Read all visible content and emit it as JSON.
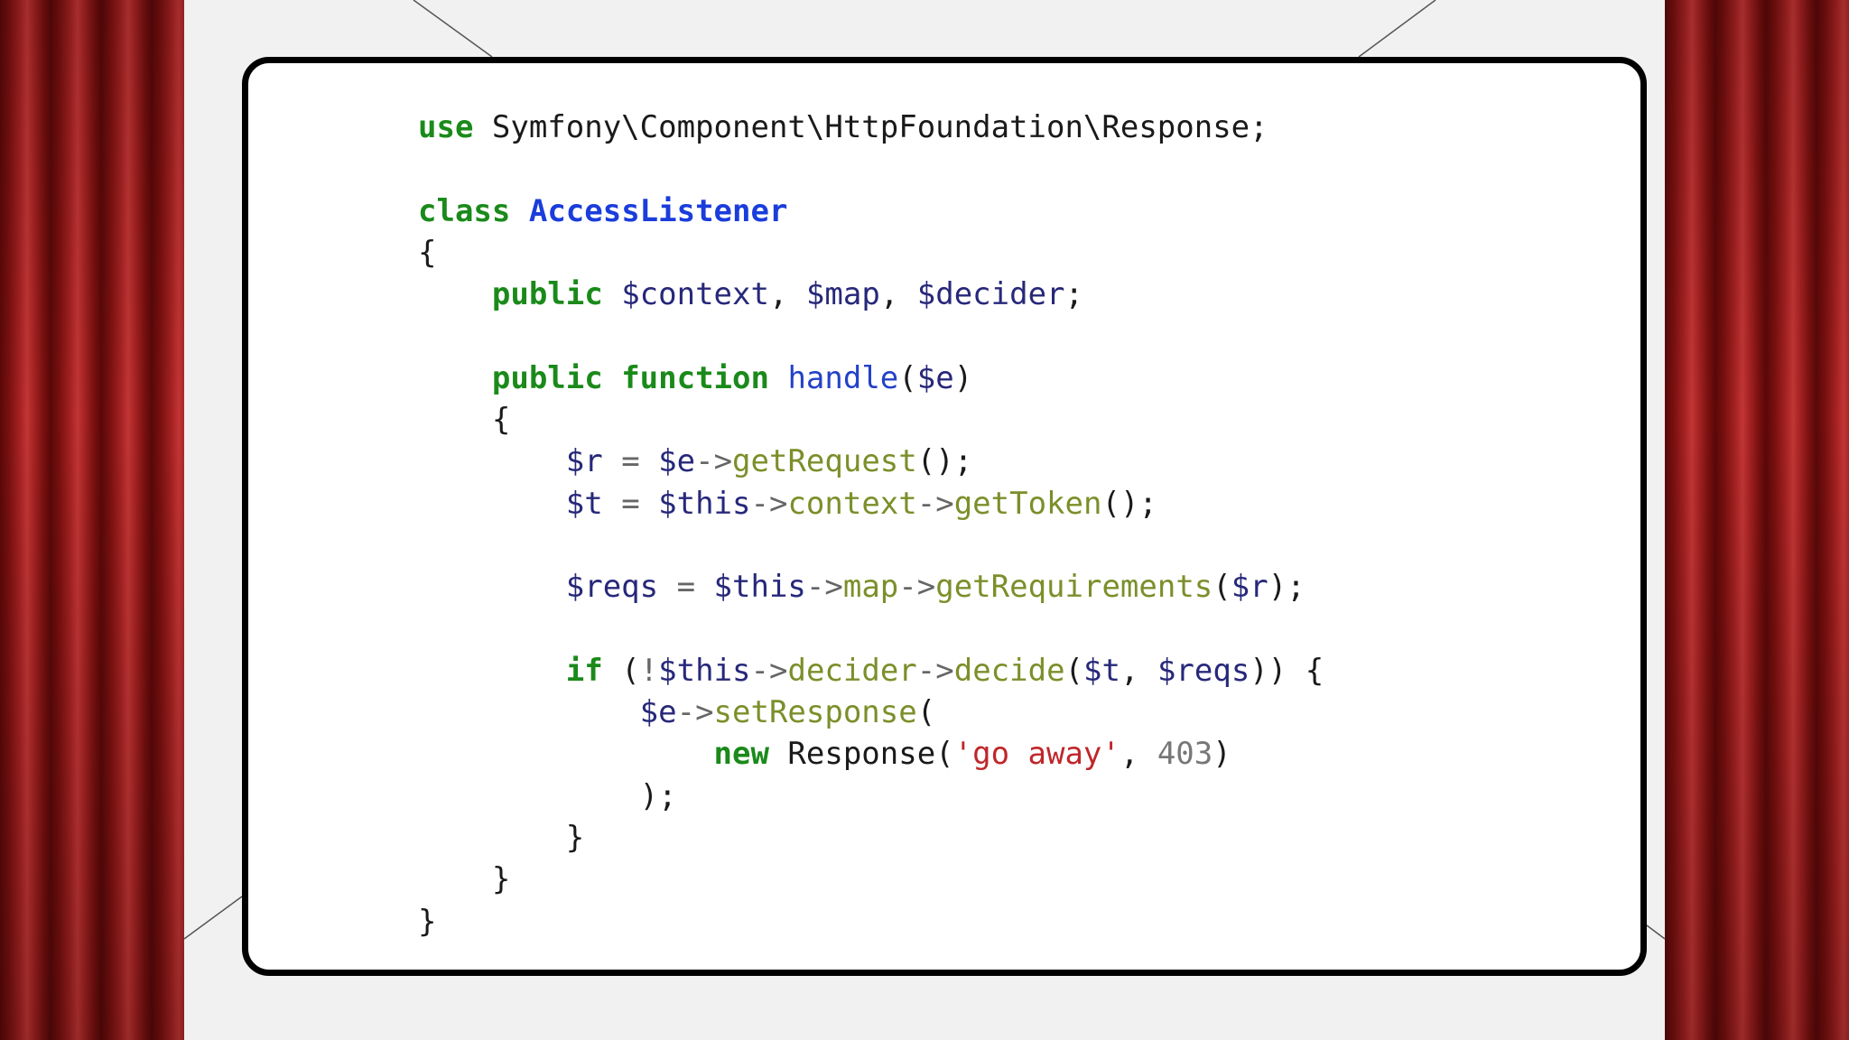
{
  "code": {
    "lines": [
      [
        {
          "t": "kw",
          "v": "use"
        },
        {
          "t": "plain",
          "v": " Symfony\\Component\\HttpFoundation\\Response;"
        }
      ],
      [],
      [
        {
          "t": "kw",
          "v": "class"
        },
        {
          "t": "plain",
          "v": " "
        },
        {
          "t": "cls",
          "v": "AccessListener"
        }
      ],
      [
        {
          "t": "plain",
          "v": "{"
        }
      ],
      [
        {
          "t": "plain",
          "v": "    "
        },
        {
          "t": "kw",
          "v": "public"
        },
        {
          "t": "plain",
          "v": " "
        },
        {
          "t": "var",
          "v": "$context"
        },
        {
          "t": "plain",
          "v": ", "
        },
        {
          "t": "var",
          "v": "$map"
        },
        {
          "t": "plain",
          "v": ", "
        },
        {
          "t": "var",
          "v": "$decider"
        },
        {
          "t": "plain",
          "v": ";"
        }
      ],
      [],
      [
        {
          "t": "plain",
          "v": "    "
        },
        {
          "t": "kw",
          "v": "public"
        },
        {
          "t": "plain",
          "v": " "
        },
        {
          "t": "kw",
          "v": "function"
        },
        {
          "t": "plain",
          "v": " "
        },
        {
          "t": "fn",
          "v": "handle"
        },
        {
          "t": "plain",
          "v": "("
        },
        {
          "t": "var",
          "v": "$e"
        },
        {
          "t": "plain",
          "v": ")"
        }
      ],
      [
        {
          "t": "plain",
          "v": "    {"
        }
      ],
      [
        {
          "t": "plain",
          "v": "        "
        },
        {
          "t": "var",
          "v": "$r"
        },
        {
          "t": "op",
          "v": " = "
        },
        {
          "t": "var",
          "v": "$e"
        },
        {
          "t": "op",
          "v": "->"
        },
        {
          "t": "meth",
          "v": "getRequest"
        },
        {
          "t": "plain",
          "v": "();"
        }
      ],
      [
        {
          "t": "plain",
          "v": "        "
        },
        {
          "t": "var",
          "v": "$t"
        },
        {
          "t": "op",
          "v": " = "
        },
        {
          "t": "var",
          "v": "$this"
        },
        {
          "t": "op",
          "v": "->"
        },
        {
          "t": "meth",
          "v": "context"
        },
        {
          "t": "op",
          "v": "->"
        },
        {
          "t": "meth",
          "v": "getToken"
        },
        {
          "t": "plain",
          "v": "();"
        }
      ],
      [],
      [
        {
          "t": "plain",
          "v": "        "
        },
        {
          "t": "var",
          "v": "$reqs"
        },
        {
          "t": "op",
          "v": " = "
        },
        {
          "t": "var",
          "v": "$this"
        },
        {
          "t": "op",
          "v": "->"
        },
        {
          "t": "meth",
          "v": "map"
        },
        {
          "t": "op",
          "v": "->"
        },
        {
          "t": "meth",
          "v": "getRequirements"
        },
        {
          "t": "plain",
          "v": "("
        },
        {
          "t": "var",
          "v": "$r"
        },
        {
          "t": "plain",
          "v": ");"
        }
      ],
      [],
      [
        {
          "t": "plain",
          "v": "        "
        },
        {
          "t": "kw",
          "v": "if"
        },
        {
          "t": "plain",
          "v": " ("
        },
        {
          "t": "op",
          "v": "!"
        },
        {
          "t": "var",
          "v": "$this"
        },
        {
          "t": "op",
          "v": "->"
        },
        {
          "t": "meth",
          "v": "decider"
        },
        {
          "t": "op",
          "v": "->"
        },
        {
          "t": "meth",
          "v": "decide"
        },
        {
          "t": "plain",
          "v": "("
        },
        {
          "t": "var",
          "v": "$t"
        },
        {
          "t": "plain",
          "v": ", "
        },
        {
          "t": "var",
          "v": "$reqs"
        },
        {
          "t": "plain",
          "v": ")) {"
        }
      ],
      [
        {
          "t": "plain",
          "v": "            "
        },
        {
          "t": "var",
          "v": "$e"
        },
        {
          "t": "op",
          "v": "->"
        },
        {
          "t": "meth",
          "v": "setResponse"
        },
        {
          "t": "plain",
          "v": "("
        }
      ],
      [
        {
          "t": "plain",
          "v": "                "
        },
        {
          "t": "kw",
          "v": "new"
        },
        {
          "t": "plain",
          "v": " Response("
        },
        {
          "t": "str",
          "v": "'go away'"
        },
        {
          "t": "plain",
          "v": ", "
        },
        {
          "t": "num",
          "v": "403"
        },
        {
          "t": "plain",
          "v": ")"
        }
      ],
      [
        {
          "t": "plain",
          "v": "            );"
        }
      ],
      [
        {
          "t": "plain",
          "v": "        }"
        }
      ],
      [
        {
          "t": "plain",
          "v": "    }"
        }
      ],
      [
        {
          "t": "plain",
          "v": "}"
        }
      ]
    ]
  }
}
